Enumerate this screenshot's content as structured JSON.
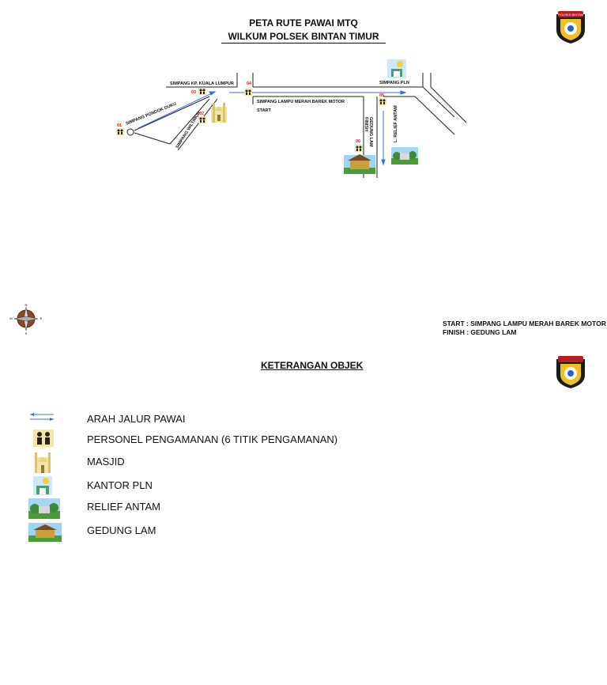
{
  "header": {
    "title_line1": "PETA RUTE PAWAI MTQ",
    "title_line2": "WILKUM POLSEK BINTAN TIMUR",
    "logo_text": "POLRES BINTAN"
  },
  "map": {
    "labels": {
      "simpang_kp_kuala_lumpur": "SIMPANG KP. KUALA LUMPUR",
      "simpang_pondok_duku": "SIMPANG PONDOK DUKU",
      "simpang_wiltimur": "SIMPANG WILTIMUR",
      "simpang_lampu_merah": "SIMPANG LAMPU MERAH BAREK MOTOR",
      "start": "START",
      "simpang_pln": "SIMPANG PLN",
      "finish": "FINISH",
      "gedung_lam": "GEDUNG LAM",
      "l_relief_antam": "L. RELIEF ANTAM"
    },
    "points": [
      "01",
      "02",
      "03",
      "04",
      "05",
      "06"
    ],
    "compass": {
      "n": "N",
      "s": "S",
      "e": "E",
      "w": "W"
    }
  },
  "start_finish": {
    "start": "START : SIMPANG LAMPU MERAH BAREK MOTOR",
    "finish": "FINISH : GEDUNG LAM"
  },
  "legend": {
    "title": "KETERANGAN OBJEK",
    "items": [
      {
        "icon": "route-arrow-icon",
        "label": "ARAH JALUR PAWAI"
      },
      {
        "icon": "personnel-icon",
        "label": "PERSONEL PENGAMANAN (6 TITIK PENGAMANAN)"
      },
      {
        "icon": "mosque-icon",
        "label": "MASJID"
      },
      {
        "icon": "pln-office-icon",
        "label": "KANTOR PLN"
      },
      {
        "icon": "relief-antam-icon",
        "label": "RELIEF ANTAM"
      },
      {
        "icon": "gedung-lam-icon",
        "label": "GEDUNG LAM"
      }
    ]
  },
  "colors": {
    "route": "#3a6fd8",
    "point_number": "#e02020",
    "road": "#222222"
  }
}
